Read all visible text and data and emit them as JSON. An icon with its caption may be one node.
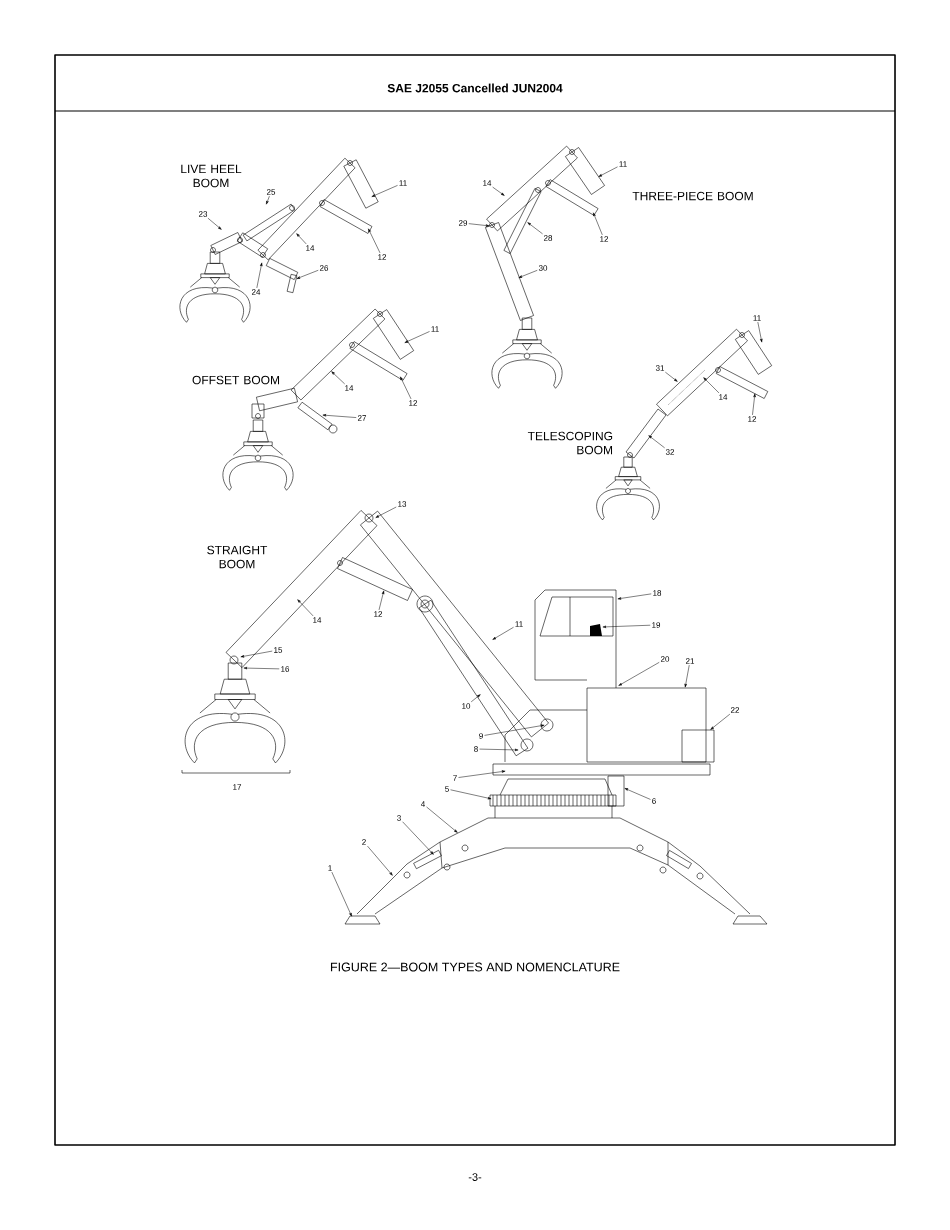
{
  "diagram": {
    "title": "SAE J2055 Cancelled JUN2004",
    "caption": "FIGURE 2—BOOM TYPES AND NOMENCLATURE",
    "nodes": [
      {
        "text": [
          "25"
        ]
      },
      {
        "text": [
          "23"
        ]
      },
      {
        "text": [
          "11"
        ]
      },
      {
        "text": [
          "14"
        ]
      },
      {
        "text": [
          "12"
        ]
      },
      {
        "text": [
          "24"
        ]
      },
      {
        "text": [
          "26"
        ]
      },
      {
        "text": [
          "11"
        ]
      },
      {
        "text": [
          "14"
        ]
      },
      {
        "text": [
          "29"
        ]
      },
      {
        "text": [
          "28"
        ]
      },
      {
        "text": [
          "12"
        ]
      },
      {
        "text": [
          "30"
        ]
      },
      {
        "text": [
          "11"
        ]
      },
      {
        "text": [
          "14"
        ]
      },
      {
        "text": [
          "12"
        ]
      },
      {
        "text": [
          "27"
        ]
      },
      {
        "text": [
          "11"
        ]
      },
      {
        "text": [
          "31"
        ]
      },
      {
        "text": [
          "14"
        ]
      },
      {
        "text": [
          "12"
        ]
      },
      {
        "text": [
          "32"
        ]
      },
      {
        "text": [
          "13"
        ]
      },
      {
        "text": [
          "18"
        ]
      },
      {
        "text": [
          "14"
        ]
      },
      {
        "text": [
          "12"
        ]
      },
      {
        "text": [
          "11"
        ]
      },
      {
        "text": [
          "19"
        ]
      },
      {
        "text": [
          "15"
        ]
      },
      {
        "text": [
          "20"
        ]
      },
      {
        "text": [
          "21"
        ]
      },
      {
        "text": [
          "16"
        ]
      },
      {
        "text": [
          "10"
        ]
      },
      {
        "text": [
          "22"
        ]
      },
      {
        "text": [
          "9"
        ]
      },
      {
        "text": [
          "8"
        ]
      },
      {
        "text": [
          "7"
        ]
      },
      {
        "text": [
          "5"
        ]
      },
      {
        "text": [
          "6"
        ]
      },
      {
        "text": [
          "4"
        ]
      },
      {
        "text": [
          "3"
        ]
      },
      {
        "text": [
          "2"
        ]
      },
      {
        "text": [
          "1"
        ]
      }
    ],
    "edges": [
      {
        "from": 0,
        "to": null,
        "arrow": "to"
      },
      {
        "from": 1,
        "to": null,
        "arrow": "to"
      },
      {
        "from": 2,
        "to": null,
        "arrow": "to"
      },
      {
        "from": 3,
        "to": null,
        "arrow": "to"
      },
      {
        "from": 4,
        "to": null,
        "arrow": "to"
      },
      {
        "from": 5,
        "to": null,
        "arrow": "to"
      },
      {
        "from": 6,
        "to": null,
        "arrow": "to"
      },
      {
        "from": 7,
        "to": null,
        "arrow": "to"
      },
      {
        "from": 8,
        "to": null,
        "arrow": "to"
      },
      {
        "from": 9,
        "to": null,
        "arrow": "to"
      },
      {
        "from": 10,
        "to": null,
        "arrow": "to"
      },
      {
        "from": 11,
        "to": null,
        "arrow": "to"
      },
      {
        "from": 12,
        "to": null,
        "arrow": "to"
      },
      {
        "from": 13,
        "to": null,
        "arrow": "to"
      },
      {
        "from": 14,
        "to": null,
        "arrow": "to"
      },
      {
        "from": 15,
        "to": null,
        "arrow": "to"
      },
      {
        "from": 16,
        "to": null,
        "arrow": "to"
      },
      {
        "from": 17,
        "to": null,
        "arrow": "to"
      },
      {
        "from": 18,
        "to": null,
        "arrow": "to"
      },
      {
        "from": 19,
        "to": null,
        "arrow": "to"
      },
      {
        "from": 20,
        "to": null,
        "arrow": "to"
      },
      {
        "from": 21,
        "to": null,
        "arrow": "to"
      },
      {
        "from": 22,
        "to": null,
        "arrow": "to"
      },
      {
        "from": 23,
        "to": null,
        "arrow": "to"
      },
      {
        "from": 24,
        "to": null,
        "arrow": "to"
      },
      {
        "from": 25,
        "to": null,
        "arrow": "to"
      },
      {
        "from": 26,
        "to": null,
        "arrow": "to"
      },
      {
        "from": 27,
        "to": null,
        "arrow": "to"
      },
      {
        "from": 28,
        "to": null,
        "arrow": "to"
      },
      {
        "from": 29,
        "to": null,
        "arrow": "to"
      },
      {
        "from": 30,
        "to": null,
        "arrow": "to"
      },
      {
        "from": 31,
        "to": null,
        "arrow": "to"
      },
      {
        "from": 32,
        "to": null,
        "arrow": "to"
      },
      {
        "from": 33,
        "to": null,
        "arrow": "to"
      },
      {
        "from": 34,
        "to": null,
        "arrow": "to"
      },
      {
        "from": 35,
        "to": null,
        "arrow": "to"
      },
      {
        "from": 36,
        "to": null,
        "arrow": "to"
      },
      {
        "from": 37,
        "to": null,
        "arrow": "to"
      },
      {
        "from": 38,
        "to": null,
        "arrow": "to"
      },
      {
        "from": 39,
        "to": null,
        "arrow": "to"
      },
      {
        "from": 40,
        "to": null,
        "arrow": "to"
      },
      {
        "from": 41,
        "to": null,
        "arrow": "to"
      },
      {
        "from": 42,
        "to": null,
        "arrow": "to"
      }
    ],
    "labels": [
      "LIVE HEEL BOOM",
      "THREE-PIECE BOOM",
      "OFFSET BOOM",
      "TELESCOPING BOOM",
      "STRAIGHT BOOM",
      "17",
      "-3-"
    ]
  }
}
